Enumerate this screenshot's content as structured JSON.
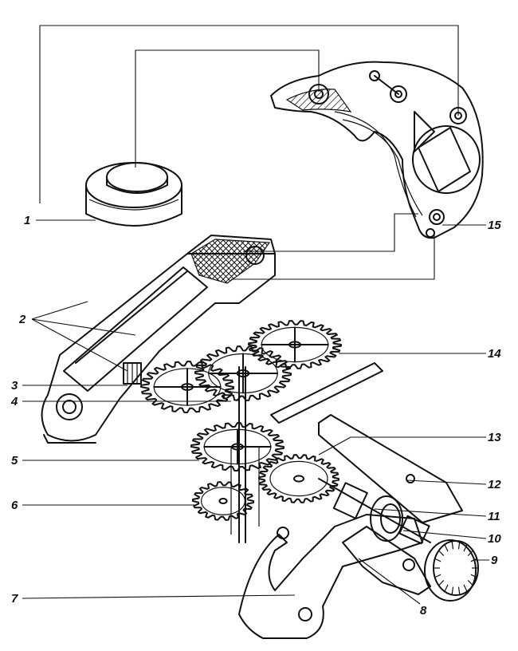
{
  "callouts": [
    {
      "id": "1",
      "text": "1"
    },
    {
      "id": "2",
      "text": "2"
    },
    {
      "id": "3",
      "text": "3"
    },
    {
      "id": "4",
      "text": "4"
    },
    {
      "id": "5",
      "text": "5"
    },
    {
      "id": "6",
      "text": "6"
    },
    {
      "id": "7",
      "text": "7"
    },
    {
      "id": "8",
      "text": "8"
    },
    {
      "id": "9",
      "text": "9"
    },
    {
      "id": "10",
      "text": "10"
    },
    {
      "id": "11",
      "text": "11"
    },
    {
      "id": "12",
      "text": "12"
    },
    {
      "id": "13",
      "text": "13"
    },
    {
      "id": "14",
      "text": "14"
    },
    {
      "id": "15",
      "text": "15"
    }
  ],
  "colors": {
    "ink": "#111111",
    "paper": "#ffffff"
  }
}
